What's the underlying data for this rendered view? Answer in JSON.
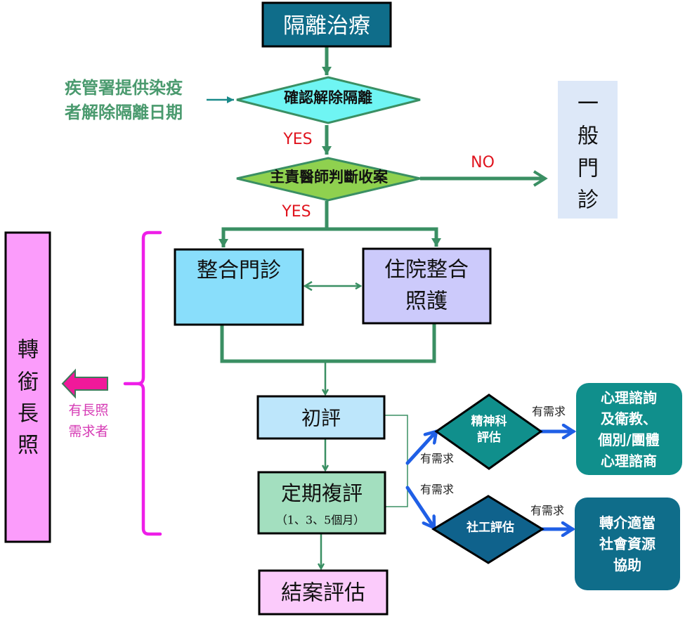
{
  "colors": {
    "flow_green": "#3a8f63",
    "blue_arrow": "#1f5fe6",
    "magenta": "#ee1ee8",
    "pink_arrow": "#f0199a",
    "red_label": "#e0141e",
    "green_text": "#4a9a6e"
  },
  "nodes": {
    "isolation_treatment": {
      "label": "隔離治療",
      "fill": "#0f6d8a"
    },
    "cdc_note": {
      "lines": [
        "疾管署提供染疫",
        "者解除隔離日期"
      ]
    },
    "confirm_release": {
      "label": "確認解除隔離",
      "fill": "#6ff5f3"
    },
    "physician_judgement": {
      "label": "主責醫師判斷收案",
      "fill": "#8fd14f"
    },
    "general_clinic": {
      "chars": [
        "一",
        "般",
        "門",
        "診"
      ],
      "fill": "#dde8f8"
    },
    "integrated_clinic": {
      "label": "整合門診",
      "fill": "#89defb"
    },
    "inpatient_care": {
      "lines": [
        "住院整合",
        "照護"
      ],
      "fill": "#cccafb"
    },
    "initial_eval": {
      "label": "初評",
      "fill": "#bde6fb"
    },
    "periodic_eval": {
      "label": "定期複評",
      "sublabel": "（1、3、5個月）",
      "fill": "#a3dfbf"
    },
    "closing_eval": {
      "label": "結案評估",
      "fill": "#fbcbfb"
    },
    "long_term_care": {
      "chars": [
        "轉",
        "銜",
        "長",
        "照"
      ],
      "fill": "#fb9cfb"
    },
    "long_term_need": {
      "lines": [
        "有長照",
        "需求者"
      ]
    },
    "psychiatry_eval": {
      "lines": [
        "精神科",
        "評估"
      ],
      "fill": "#108f8c"
    },
    "social_work_eval": {
      "label": "社工評估",
      "fill": "#0f628c"
    },
    "counseling": {
      "lines": [
        "心理諮詢",
        "及衛教、",
        "個別/團體",
        "心理諮商"
      ],
      "fill": "#108f8c"
    },
    "referral": {
      "lines": [
        "轉介適當",
        "社會資源",
        "協助"
      ],
      "fill": "#0f6d8a"
    }
  },
  "edge_labels": {
    "yes_1": "YES",
    "yes_2": "YES",
    "no": "NO",
    "need_to_psych": "有需求",
    "need_to_social": "有需求",
    "psych_need": "有需求",
    "social_need": "有需求"
  }
}
